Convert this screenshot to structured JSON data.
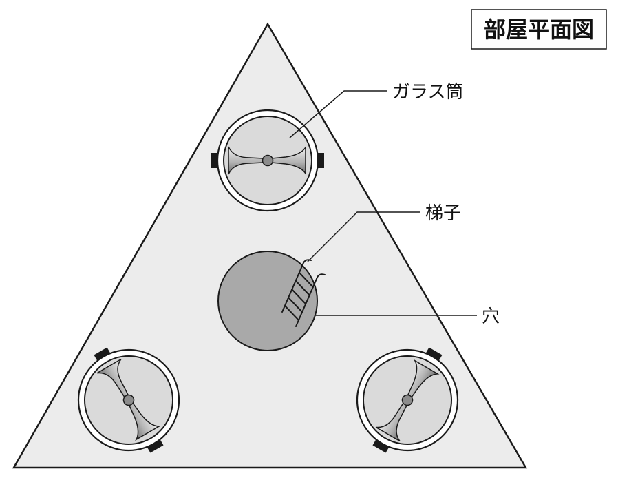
{
  "title": "部屋平面図",
  "labels": {
    "glass_tube": "ガラス筒",
    "ladder": "梯子",
    "hole": "穴"
  },
  "colors": {
    "room_fill": "#ececec",
    "outline": "#1a1a1a",
    "hole_fill": "#a9a9a9",
    "tube_fill": "#dadada",
    "clamp": "#1a1a1a"
  }
}
